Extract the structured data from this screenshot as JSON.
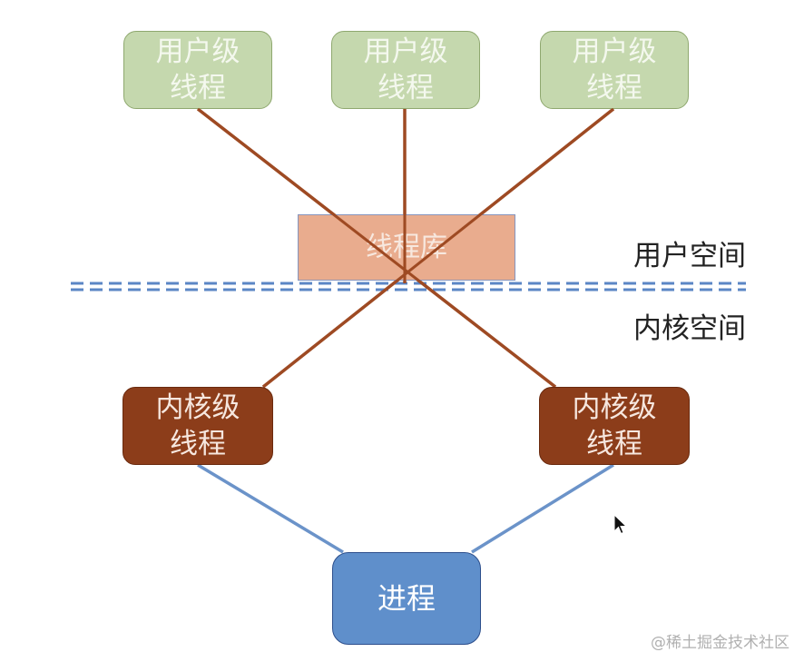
{
  "diagram": {
    "user_threads": [
      {
        "label": "用户级\n线程"
      },
      {
        "label": "用户级\n线程"
      },
      {
        "label": "用户级\n线程"
      }
    ],
    "thread_library": {
      "label": "线程库"
    },
    "space_labels": {
      "user_space": "用户空间",
      "kernel_space": "内核空间"
    },
    "kernel_threads": [
      {
        "label": "内核级\n线程"
      },
      {
        "label": "内核级\n线程"
      }
    ],
    "process": {
      "label": "进程"
    },
    "colors": {
      "user_thread_fill": "#c5d8ae",
      "kernel_thread_fill": "#8c3d1a",
      "library_fill": "#e7a482",
      "process_fill": "#5f8fcb",
      "mapping_line": "#9e4a23",
      "process_line": "#6b93c9",
      "divider": "#5b86c5"
    }
  },
  "watermark": "@稀土掘金技术社区"
}
